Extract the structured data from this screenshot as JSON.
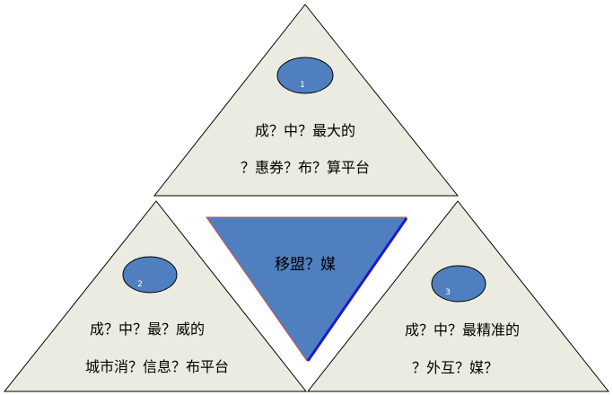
{
  "diagram": {
    "center": {
      "label": "移盟？媒"
    },
    "top": {
      "badge": "1",
      "line1": "成？中？最大的",
      "line2": "？惠券？布？算平台"
    },
    "left": {
      "badge": "2",
      "line1": "成？中？最？威的",
      "line2": "城市消？信息？布平台"
    },
    "right": {
      "badge": "3",
      "line1": "成？中？最精准的",
      "line2": "？外互？媒？"
    }
  },
  "colors": {
    "triangle_fill": "#ecebe1",
    "triangle_stroke": "#000000",
    "badge_fill": "#4f7fbf",
    "center_fill": "#4f7fbf",
    "center_edge": "#1a1ad0",
    "center_edge_accent": "#c85050"
  }
}
